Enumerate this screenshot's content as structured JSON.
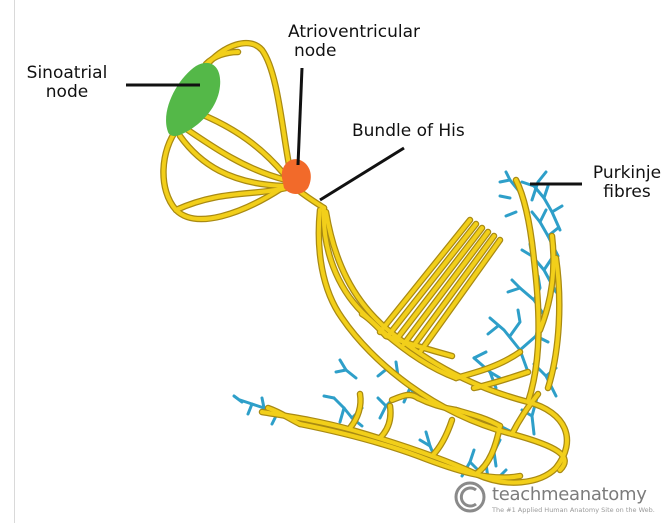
{
  "labels": {
    "sinoatrial": [
      "Sinoatrial",
      "node"
    ],
    "atrioventricular": [
      "Atrioventricular",
      "node"
    ],
    "bundle_of_his": "Bundle of His",
    "purkinje": [
      "Purkinje",
      "fibres"
    ]
  },
  "watermark": {
    "brand": "teachmeanatomy",
    "tagline": "The #1 Applied Human Anatomy Site on the Web."
  },
  "colors": {
    "conduction_fibre": "#f2cf1a",
    "fibre_outline": "#a98a12",
    "sa_node": "#54b848",
    "av_node": "#f26a2a",
    "purkinje_fibre": "#2e9fc9",
    "leader_line": "#111111"
  }
}
